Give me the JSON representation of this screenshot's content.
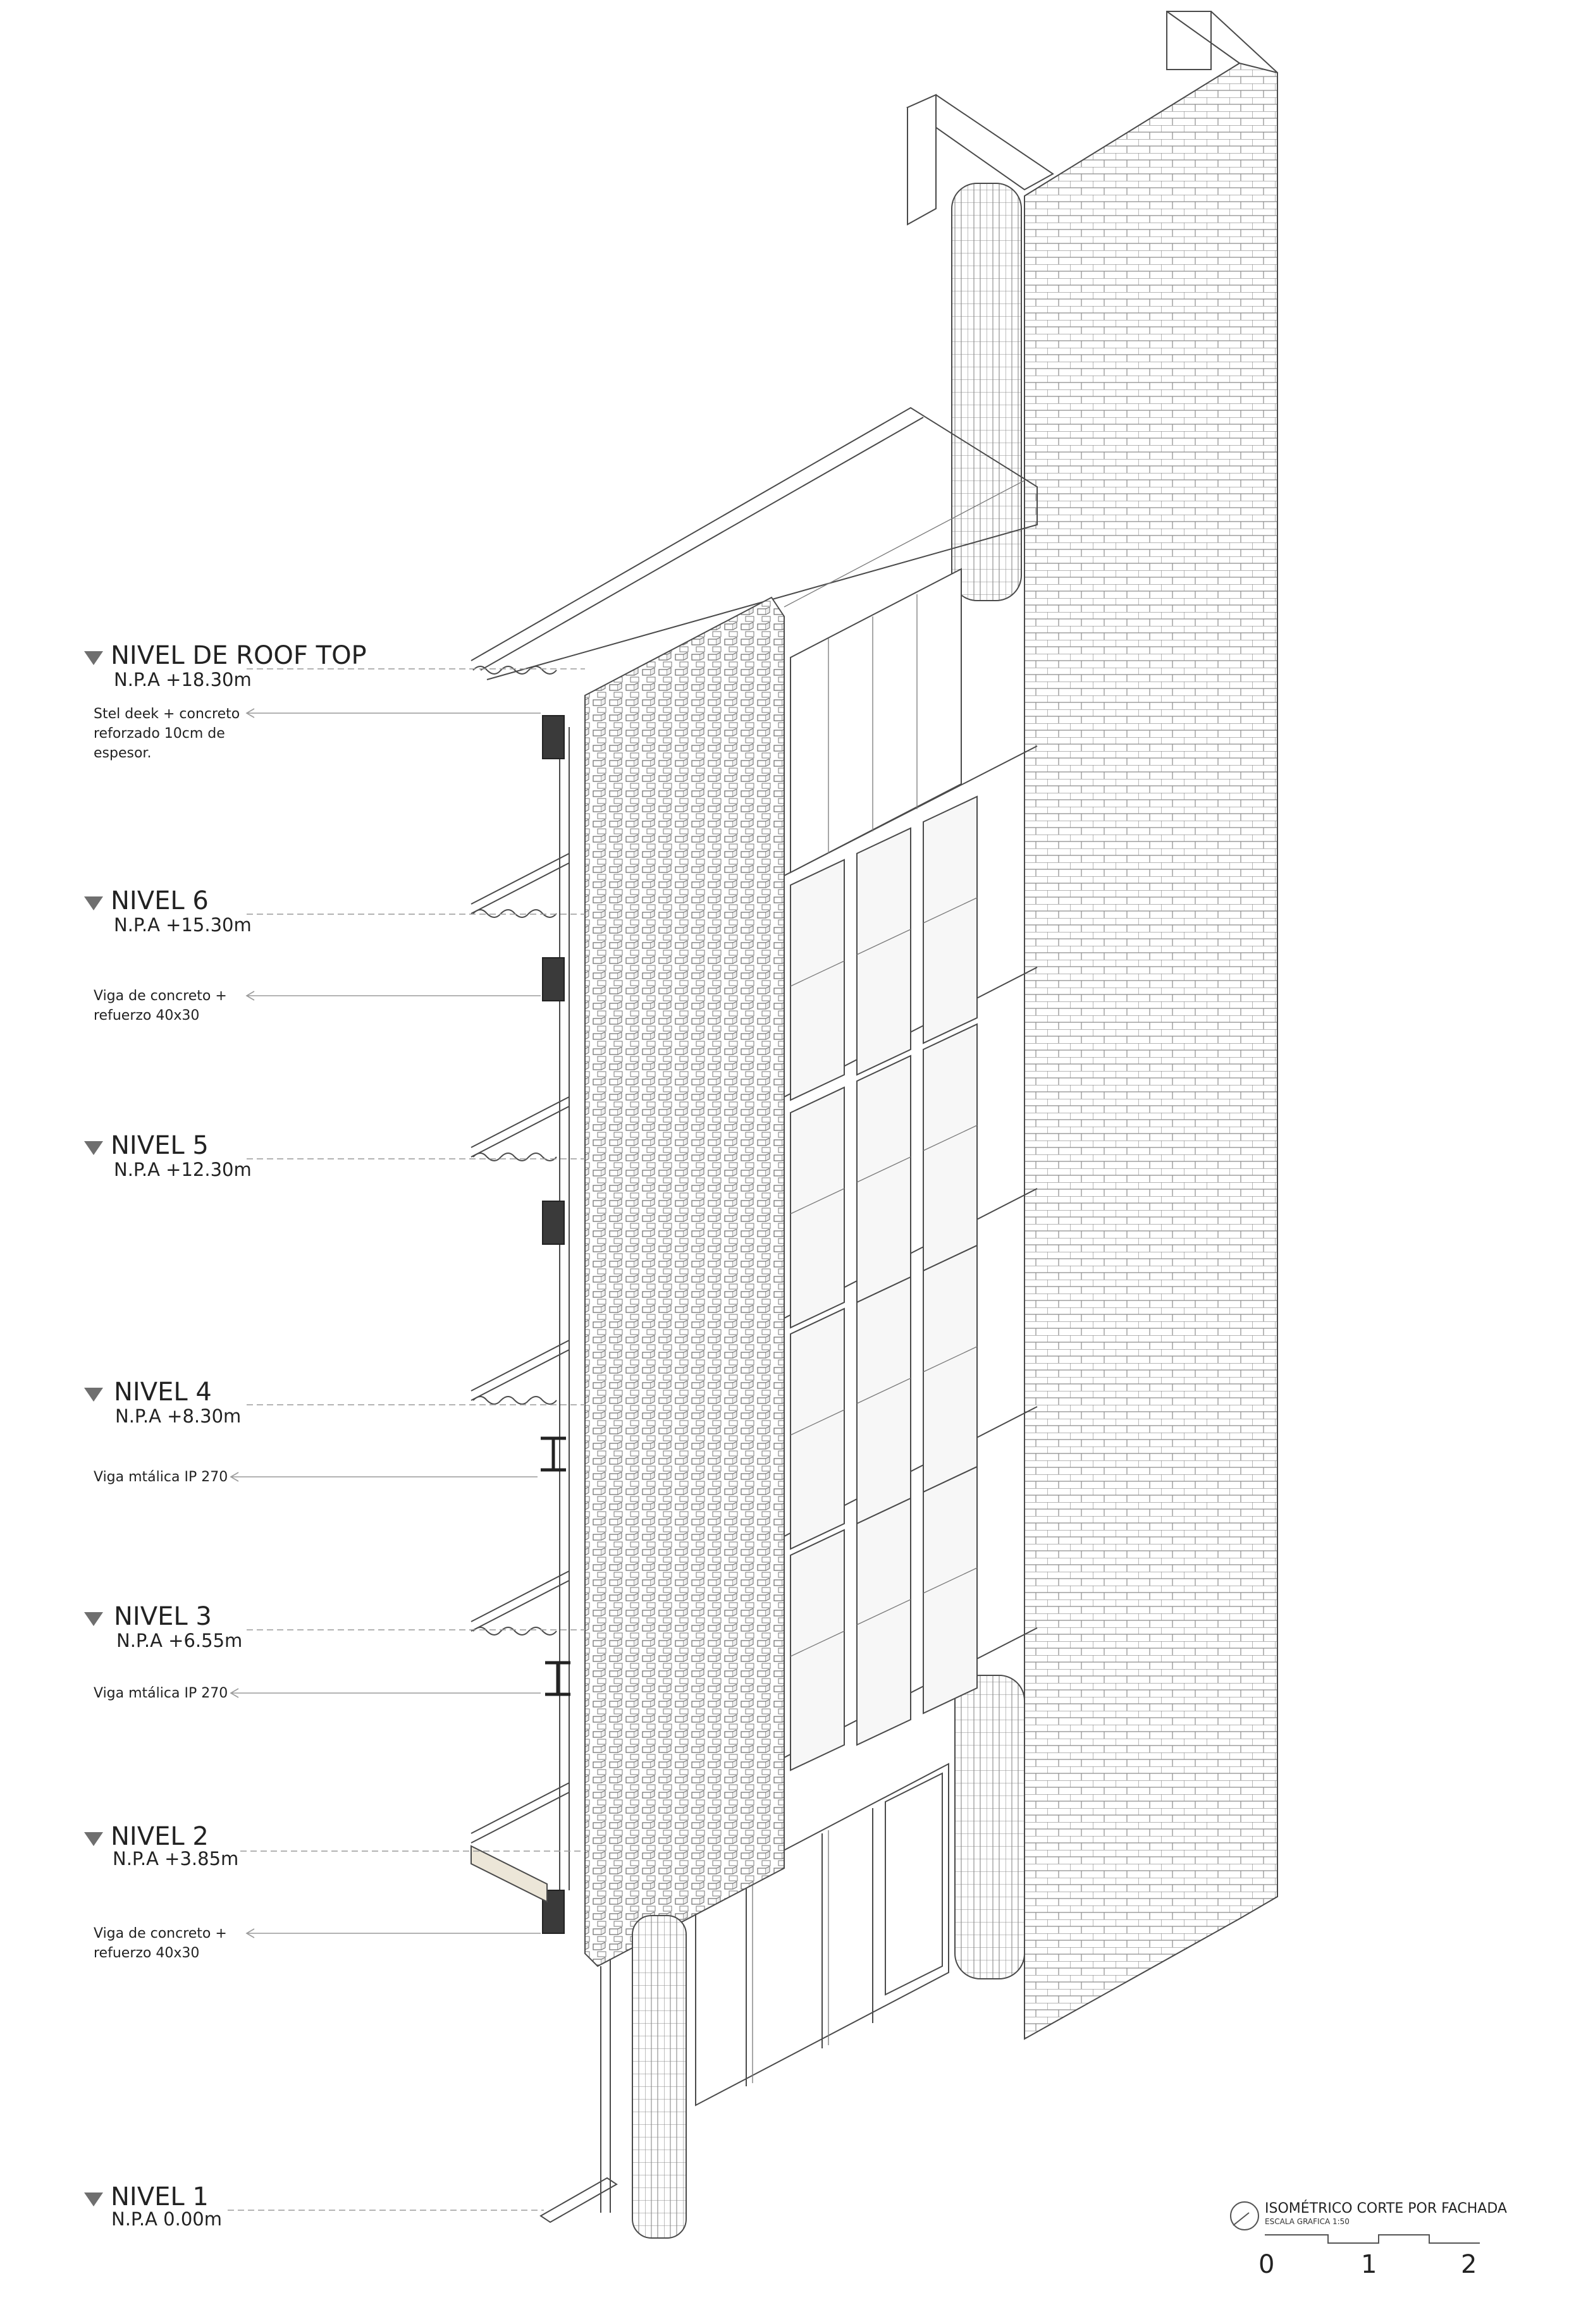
{
  "levels": [
    {
      "title": "NIVEL DE ROOF TOP",
      "npa": "N.P.A +18.30m"
    },
    {
      "title": "NIVEL 6",
      "npa": "N.P.A +15.30m"
    },
    {
      "title": "NIVEL 5",
      "npa": "N.P.A +12.30m"
    },
    {
      "title": "NIVEL 4",
      "npa": "N.P.A +8.30m"
    },
    {
      "title": "NIVEL 3",
      "npa": "N.P.A +6.55m"
    },
    {
      "title": "NIVEL 2",
      "npa": "N.P.A +3.85m"
    },
    {
      "title": "NIVEL 1",
      "npa": "N.P.A 0.00m"
    }
  ],
  "notes": [
    {
      "lines": [
        "Stel deek + concreto",
        "reforzado 10cm de",
        "espesor."
      ]
    },
    {
      "lines": [
        "Viga de concreto +",
        "refuerzo 40x30"
      ]
    },
    {
      "lines": [
        "Viga mtálica IP 270"
      ]
    },
    {
      "lines": [
        "Viga mtálica IP 270"
      ]
    },
    {
      "lines": [
        "Viga de concreto +",
        "refuerzo 40x30"
      ]
    }
  ],
  "caption": {
    "title": "ISOMÉTRICO CORTE POR FACHADA",
    "subtitle": "ESCALA GRAFICA 1:50"
  },
  "scale_bar": {
    "labels": [
      "0",
      "1",
      "2"
    ]
  },
  "colors": {
    "line": "#4a4a4a",
    "fill_dark": "#3a3a3a",
    "marker": "#6f6f6f",
    "panel_fill": "#efefef"
  }
}
